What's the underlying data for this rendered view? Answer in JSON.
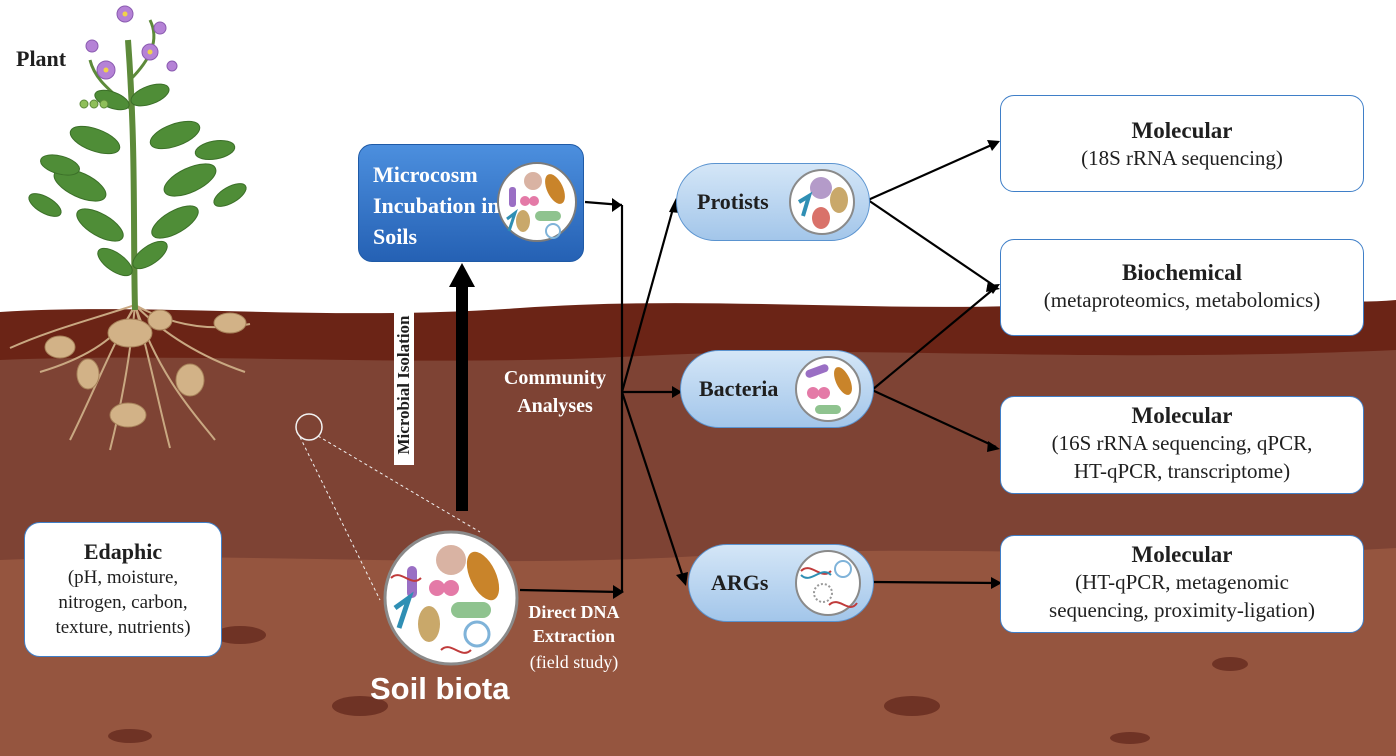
{
  "labels": {
    "plant": "Plant",
    "soil_biota": "Soil biota",
    "community": "Community Analyses",
    "microbial_isolation": "Microbial Isolation",
    "direct_dna": "Direct DNA Extraction",
    "field_study": "(field study)"
  },
  "microcosm": {
    "label": "Microcosm Incubation in Soils"
  },
  "edaphic": {
    "title": "Edaphic",
    "lines": [
      "(pH, moisture,",
      "nitrogen, carbon,",
      "texture, nutrients)"
    ]
  },
  "targets": {
    "protists": "Protists",
    "bacteria": "Bacteria",
    "args": "ARGs"
  },
  "outputs": {
    "molecular_18s": {
      "title": "Molecular",
      "lines": [
        "(18S rRNA sequencing)"
      ]
    },
    "biochemical": {
      "title": "Biochemical",
      "lines": [
        "(metaproteomics, metabolomics)"
      ]
    },
    "molecular_16s": {
      "title": "Molecular",
      "lines": [
        "(16S rRNA sequencing, qPCR,",
        "HT-qPCR, transcriptome)"
      ]
    },
    "molecular_args": {
      "title": "Molecular",
      "lines": [
        "(HT-qPCR, metagenomic",
        "sequencing, proximity-ligation)"
      ]
    }
  },
  "colors": {
    "soil_top": "#6b2416",
    "soil_mid": "#7e4334",
    "soil_low": "#95553f",
    "box_border": "#3f7fc8",
    "microcosm_fill": "#2f73c6",
    "pill_fill": "#b7d4f0"
  }
}
